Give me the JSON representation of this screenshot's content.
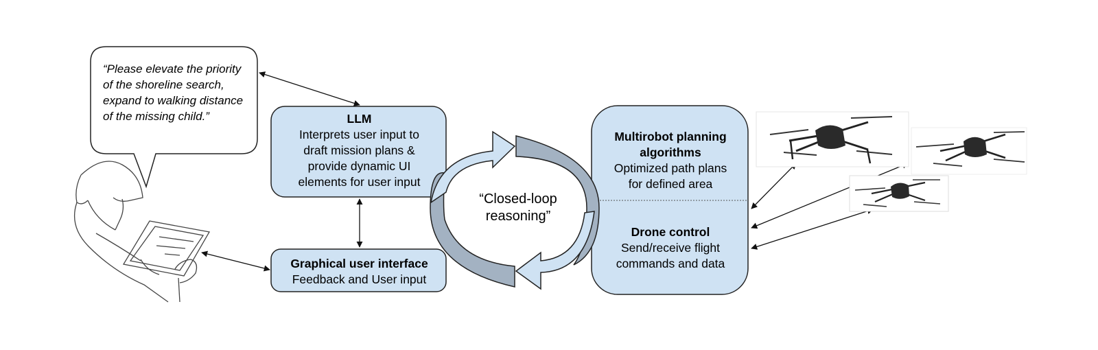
{
  "speech_bubble": {
    "text": "“Please elevate the priority of the shoreline search, expand to walking distance of the missing child.”"
  },
  "llm": {
    "title": "LLM",
    "lines": [
      "Interprets user input to",
      "draft mission plans &",
      "provide dynamic UI",
      "elements for user input"
    ]
  },
  "gui": {
    "title": "Graphical user interface",
    "subtitle": "Feedback and User input"
  },
  "closed_loop": {
    "line1": "“Closed-loop",
    "line2": "reasoning”"
  },
  "planning": {
    "title_line1": "Multirobot planning",
    "title_line2": "algorithms",
    "lines": [
      "Optimized path plans",
      "for defined area"
    ]
  },
  "drone_control": {
    "title": "Drone control",
    "lines": [
      "Send/receive flight",
      "commands and data"
    ]
  },
  "colors": {
    "box_fill": "#cfe2f3",
    "arrow_dark": "#a3b2c2",
    "arrow_light": "#cfe2f3",
    "stroke": "#222222"
  },
  "icons": [
    "person-with-tablet-icon",
    "drone-icon",
    "drone-icon",
    "drone-icon"
  ]
}
